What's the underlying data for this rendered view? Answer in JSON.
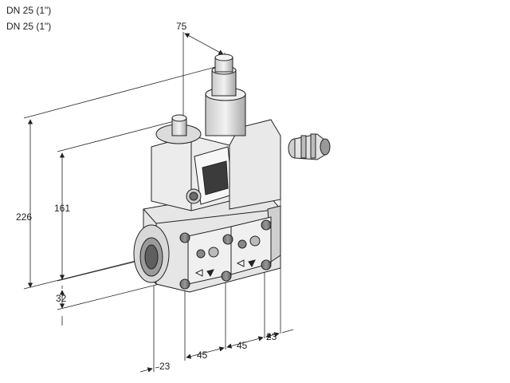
{
  "header": {
    "line1": "DN 25 (1\")",
    "line2": "DN 25 (1\")"
  },
  "dimensions": {
    "width_top": "75",
    "height_total": "226",
    "height_body": "161",
    "height_bottom": "32",
    "offset_left": "23",
    "spacing_1": "45",
    "spacing_2": "45",
    "offset_right": "23"
  }
}
